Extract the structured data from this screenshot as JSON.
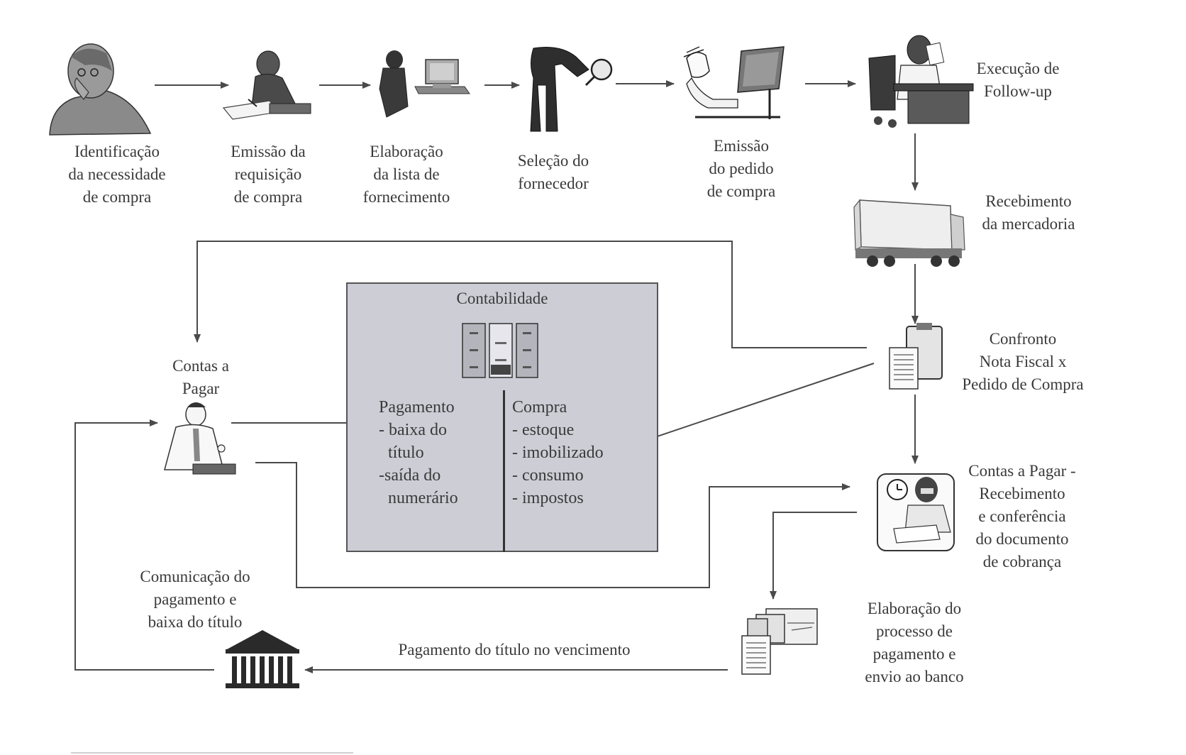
{
  "steps": {
    "identificacao": [
      "Identificação",
      "da necessidade",
      "de compra"
    ],
    "emissao_requisicao": [
      "Emissão da",
      "requisição",
      "de compra"
    ],
    "elaboracao_lista": [
      "Elaboração",
      "da lista de",
      "fornecimento"
    ],
    "selecao_fornecedor": [
      "Seleção do",
      "fornecedor"
    ],
    "emissao_pedido": [
      "Emissão",
      "do pedido",
      "de compra"
    ],
    "followup": [
      "Execução de",
      "Follow-up"
    ],
    "recebimento": [
      "Recebimento",
      "da mercadoria"
    ],
    "confronto": [
      "Confronto",
      "Nota Fiscal  x",
      "Pedido de Compra"
    ],
    "contas_recebimento": [
      "Contas a Pagar -",
      "Recebimento",
      "e conferência",
      "do documento",
      "de cobrança"
    ],
    "elaboracao_processo": [
      "Elaboração do",
      "processo de",
      "pagamento e",
      "envio ao banco"
    ],
    "contas_pagar": [
      "Contas a",
      "Pagar"
    ],
    "comunicacao": [
      "Comunicação do",
      "pagamento e",
      "baixa do título"
    ]
  },
  "contabilidade": {
    "title": "Contabilidade",
    "pagamento": [
      "Pagamento",
      "- baixa do",
      "  título",
      "-saída do",
      "  numerário"
    ],
    "compra": [
      "Compra",
      "- estoque",
      "- imobilizado",
      "- consumo",
      "- impostos"
    ]
  },
  "edge_labels": {
    "pagamento_vencimento": "Pagamento do título no vencimento"
  },
  "icons": [
    "thinking-man-icon",
    "woman-writing-icon",
    "computer-worker-icon",
    "magnifier-inspector-icon",
    "laptop-user-icon",
    "phone-desk-worker-icon",
    "truck-icon",
    "clipboard-documents-icon",
    "clock-woman-desk-icon",
    "check-documents-icon",
    "accountant-icon",
    "bank-building-icon",
    "filing-cabinet-icon"
  ]
}
